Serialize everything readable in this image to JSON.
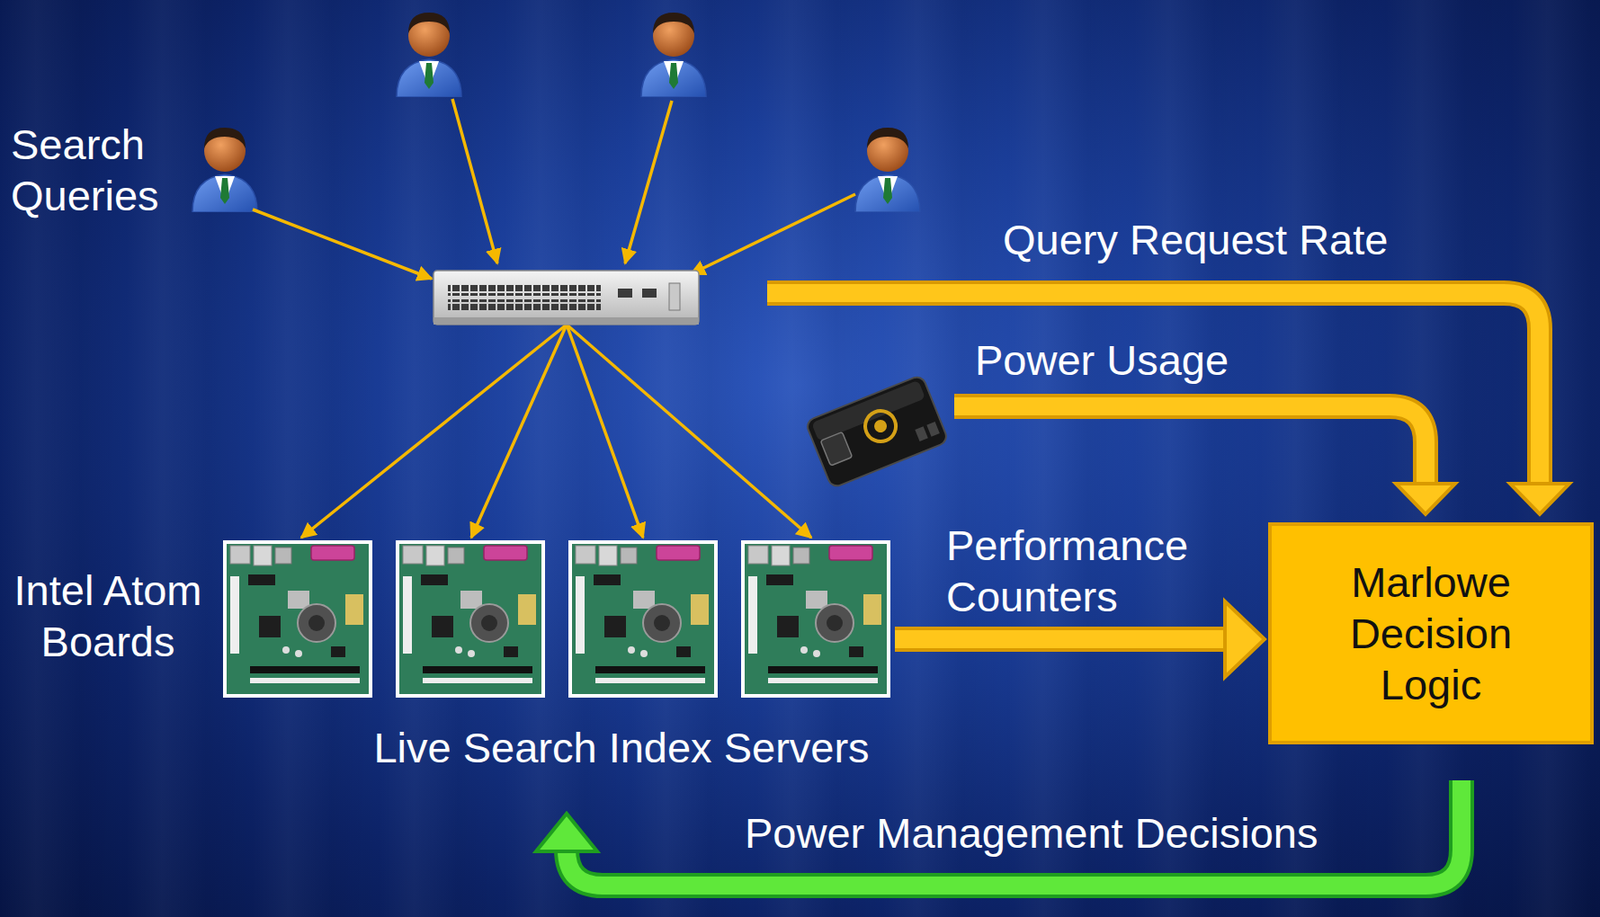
{
  "diagram": {
    "nodes": [
      {
        "text": [
          "Marlowe Decision Logic"
        ]
      }
    ],
    "labels": [
      "Search Queries",
      "Query Request Rate",
      "Power Usage",
      "Intel Atom Boards",
      "Performance Counters",
      "Live Search Index Servers",
      "Power Management Decisions"
    ]
  }
}
